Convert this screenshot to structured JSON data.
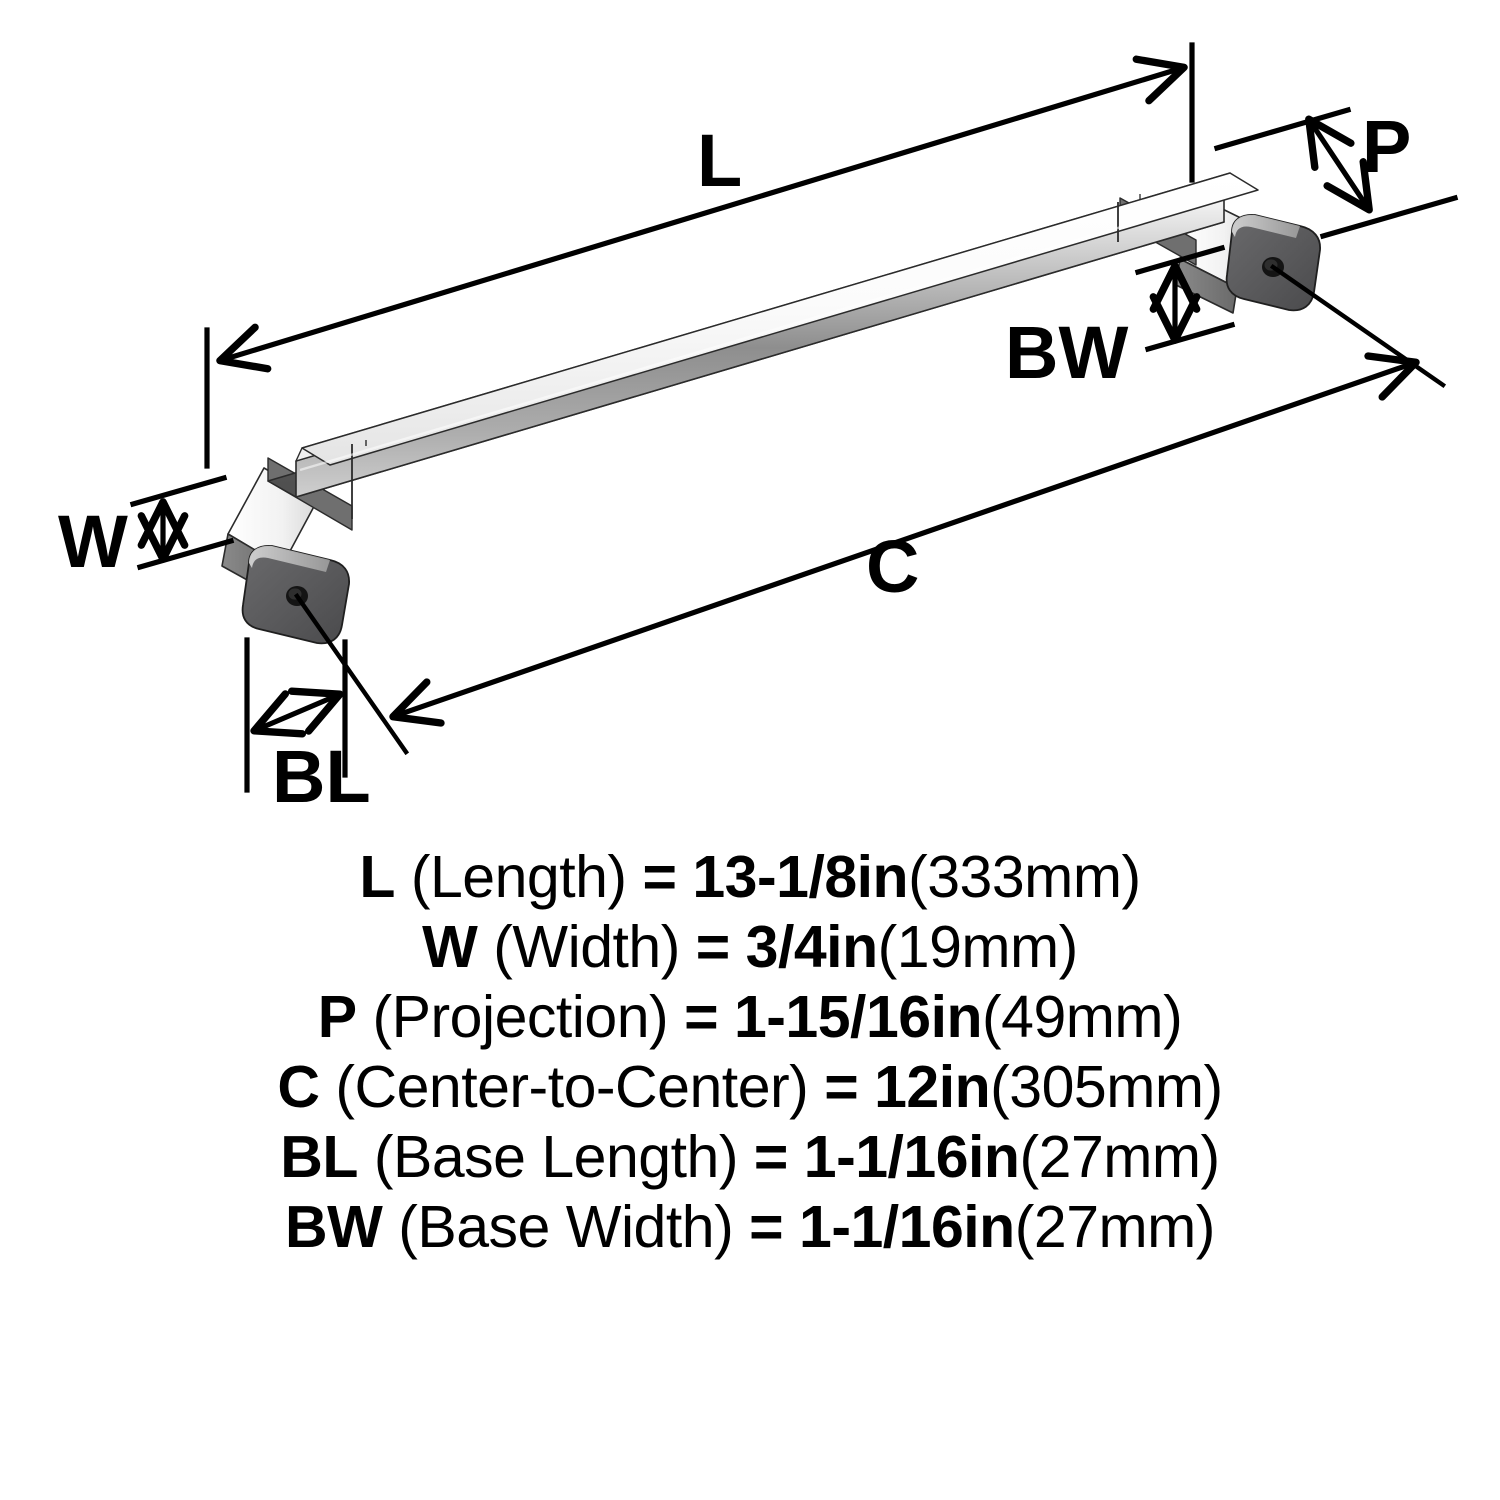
{
  "product": {
    "type": "cabinet-pull-handle",
    "finish_colors": {
      "chrome_light": "#f4f4f4",
      "chrome_mid": "#9a9a9a",
      "chrome_dark": "#5a5a5a",
      "base_dark": "#58585a",
      "outline": "#000000",
      "background": "#ffffff"
    }
  },
  "diagram": {
    "labels": {
      "L": "L",
      "W": "W",
      "P": "P",
      "C": "C",
      "BL": "BL",
      "BW": "BW"
    }
  },
  "legend": {
    "rows": [
      {
        "code": "L",
        "desc": "(Length)",
        "eq": "=",
        "value_in": "13-1/8in",
        "value_mm": "(333mm)"
      },
      {
        "code": "W",
        "desc": "(Width)",
        "eq": "=",
        "value_in": "3/4in",
        "value_mm": "(19mm)"
      },
      {
        "code": "P",
        "desc": "(Projection)",
        "eq": "=",
        "value_in": "1-15/16in",
        "value_mm": "(49mm)"
      },
      {
        "code": "C",
        "desc": "(Center-to-Center)",
        "eq": "=",
        "value_in": "12in",
        "value_mm": "(305mm)"
      },
      {
        "code": "BL",
        "desc": "(Base Length)",
        "eq": "=",
        "value_in": "1-1/16in",
        "value_mm": "(27mm)"
      },
      {
        "code": "BW",
        "desc": "(Base Width)",
        "eq": "=",
        "value_in": "1-1/16in",
        "value_mm": "(27mm)"
      }
    ]
  }
}
